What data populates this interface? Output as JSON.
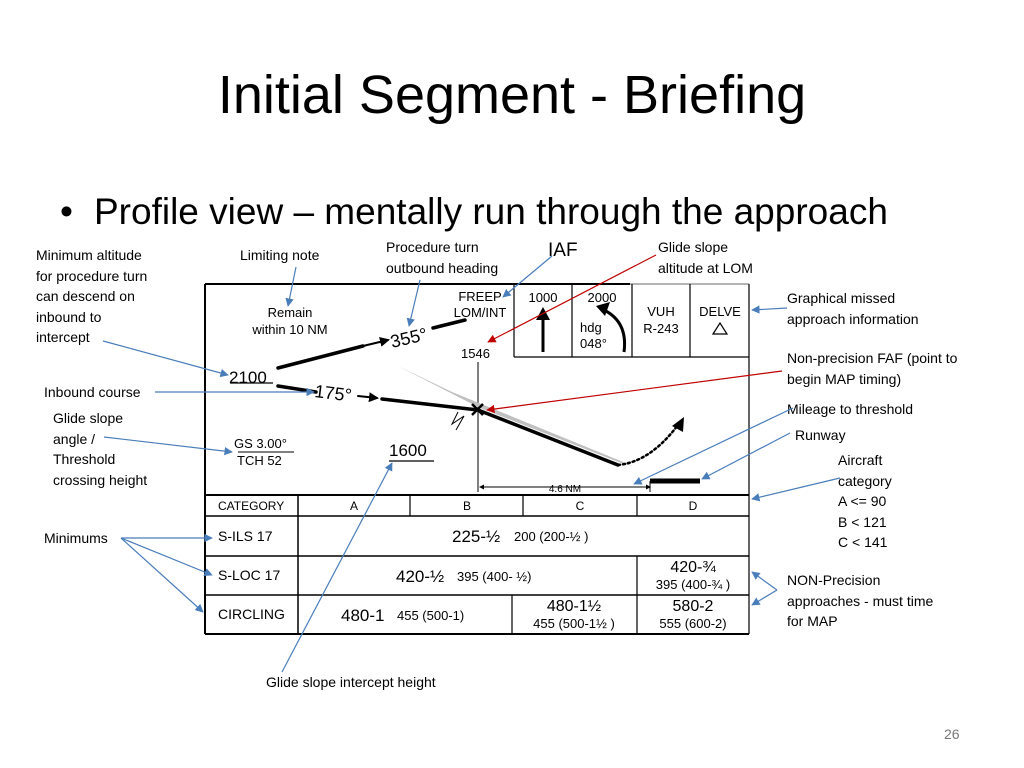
{
  "slide": {
    "title": "Initial Segment - Briefing",
    "bullet": "Profile view – mentally run through the approach",
    "page_number": "26"
  },
  "callouts": {
    "min_alt_pt": [
      "Minimum altitude",
      "for procedure turn",
      "can descend on",
      "inbound to",
      "intercept"
    ],
    "limiting_note": "Limiting note",
    "pt_outbound": [
      "Procedure turn",
      "outbound heading"
    ],
    "iaf": "IAF",
    "gs_alt_lom": [
      "Glide slope",
      "altitude at LOM"
    ],
    "graphical_missed": [
      "Graphical missed",
      "approach information"
    ],
    "np_faf": [
      "Non-precision FAF (point to",
      "begin MAP timing)"
    ],
    "inbound_course": "Inbound course",
    "mileage": "Mileage to threshold",
    "gs_angle": [
      "Glide slope",
      "angle /",
      "Threshold",
      "crossing height"
    ],
    "runway": "Runway",
    "aircraft_category": [
      "Aircraft",
      "category",
      "A <= 90",
      "B < 121",
      "C < 141"
    ],
    "minimums": "Minimums",
    "non_precision": [
      "NON-Precision",
      "approaches - must time",
      "for MAP"
    ],
    "gs_intercept": "Glide slope intercept height"
  },
  "profile": {
    "remain": [
      "Remain",
      "within 10 NM"
    ],
    "fix_name": [
      "FREEP",
      "LOM/INT"
    ],
    "outbound_heading": "355°",
    "lom_altitude": "1546",
    "pt_altitude": "2100",
    "inbound_heading": "175°",
    "gs_angle": "GS 3.00°",
    "tch": "TCH 52",
    "intercept_altitude": "1600",
    "distance": "4.6 NM",
    "missed": {
      "climb1": "1000",
      "climb2": "2000",
      "hdg_label": "hdg",
      "hdg_value": "048°",
      "vor": "VUH",
      "radial": "R-243",
      "holding_fix": "DELVE"
    }
  },
  "minimums_table": {
    "header": [
      "CATEGORY",
      "A",
      "B",
      "C",
      "D"
    ],
    "ils": {
      "name": "S-ILS 17",
      "main": "225-½",
      "sub": "200 (200-½ )"
    },
    "loc": {
      "name": "S-LOC 17",
      "ab_main": "420-½",
      "ab_sub": "395 (400- ½)",
      "d_main": "420-¾",
      "d_sub": "395 (400-¾ )"
    },
    "circling": {
      "name": "CIRCLING",
      "ab_main": "480-1",
      "ab_sub": "455 (500-1)",
      "c_main": "480-1½",
      "c_sub": "455 (500-1½ )",
      "d_main": "580-2",
      "d_sub": "555 (600-2)"
    }
  },
  "colors": {
    "arrow_blue": "#4a7ebb",
    "arrow_red": "#c00000"
  }
}
